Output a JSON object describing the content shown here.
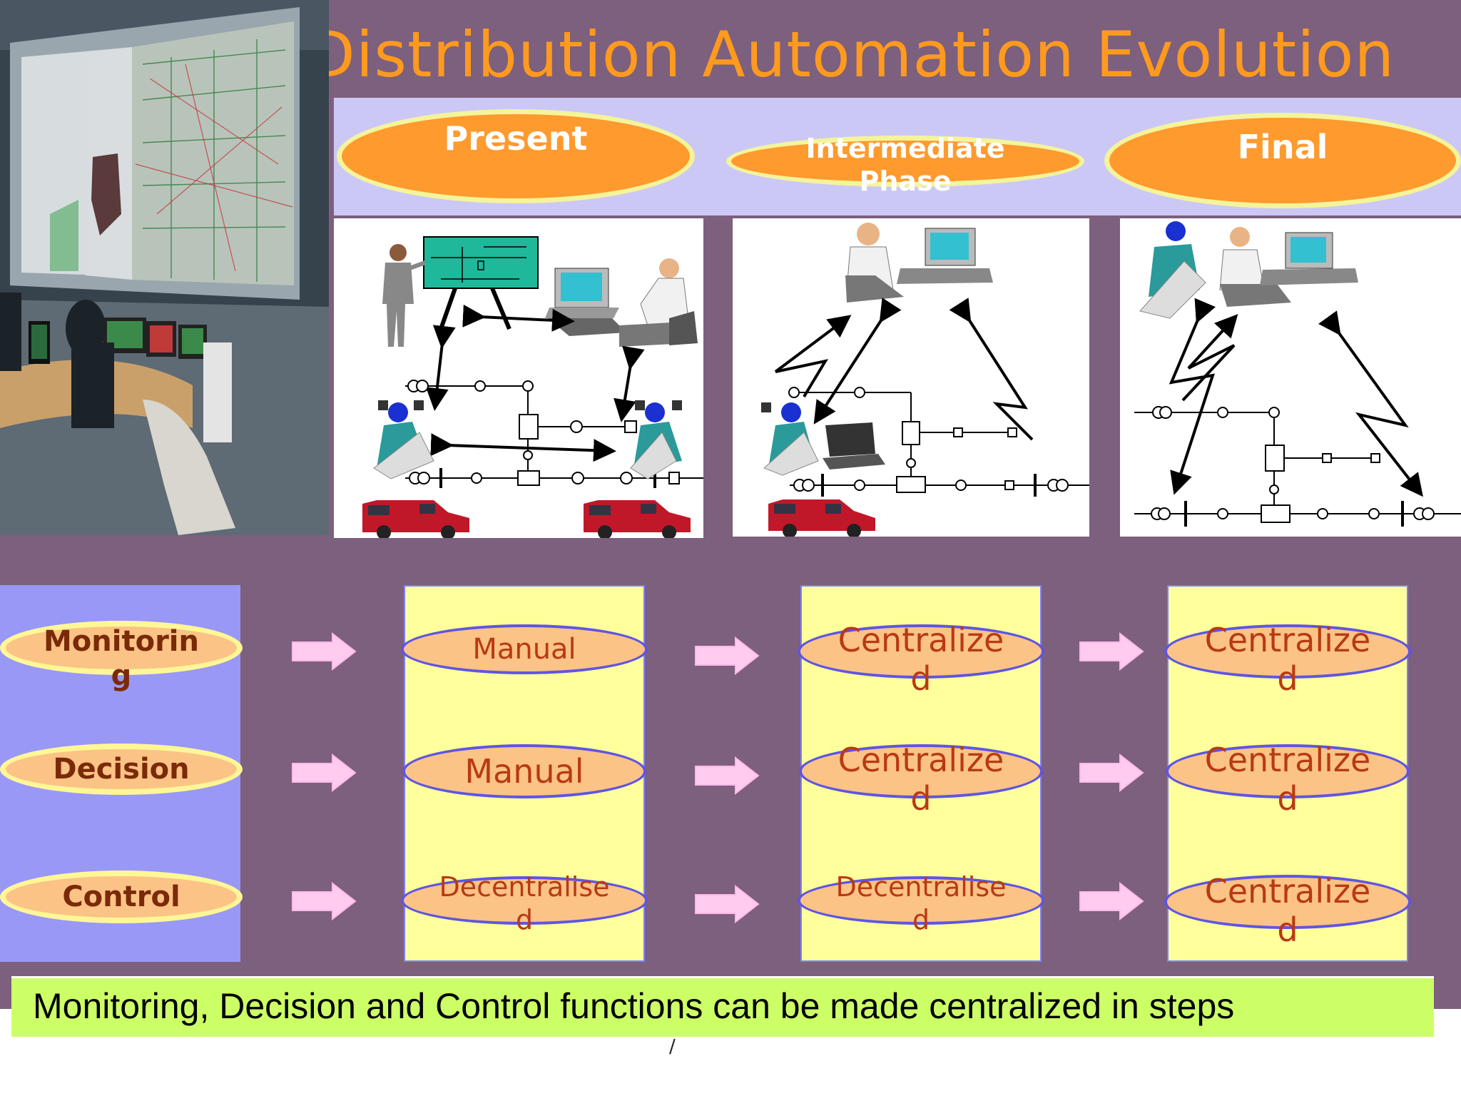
{
  "title": "Distribution  Automation Evolution",
  "phases": [
    {
      "label": "Present"
    },
    {
      "label": "Intermediate Phase"
    },
    {
      "label": "Final"
    }
  ],
  "functions": [
    {
      "label": "Monitoring"
    },
    {
      "label": "Decision"
    },
    {
      "label": "Control"
    }
  ],
  "stages": {
    "present": [
      "Manual",
      "Manual",
      "Decentralised"
    ],
    "intermediate": [
      "Centralized",
      "Centralized",
      "Decentralised"
    ],
    "final": [
      "Centralized",
      "Centralized",
      "Centralized"
    ]
  },
  "summary": "Monitoring, Decision and Control functions can be made centralized in steps",
  "footer_mark": "/",
  "colors": {
    "background": "#7d5f7e",
    "title": "#ff9a1e",
    "phase_band": "#ccc8f6",
    "phase_ellipse": "#ff9a2e",
    "function_column": "#9a98f6",
    "stage_column": "#ffff9c",
    "stage_ellipse": "#fbc386",
    "arrow": "#ffccf0",
    "summary_bar": "#ccff66"
  },
  "icons": [
    "control-room-photo",
    "presenter-icon",
    "operator-computer-icon",
    "lineman-icon",
    "utility-van-icon",
    "laptop-icon",
    "single-line-diagram",
    "communication-arrow-icon"
  ]
}
